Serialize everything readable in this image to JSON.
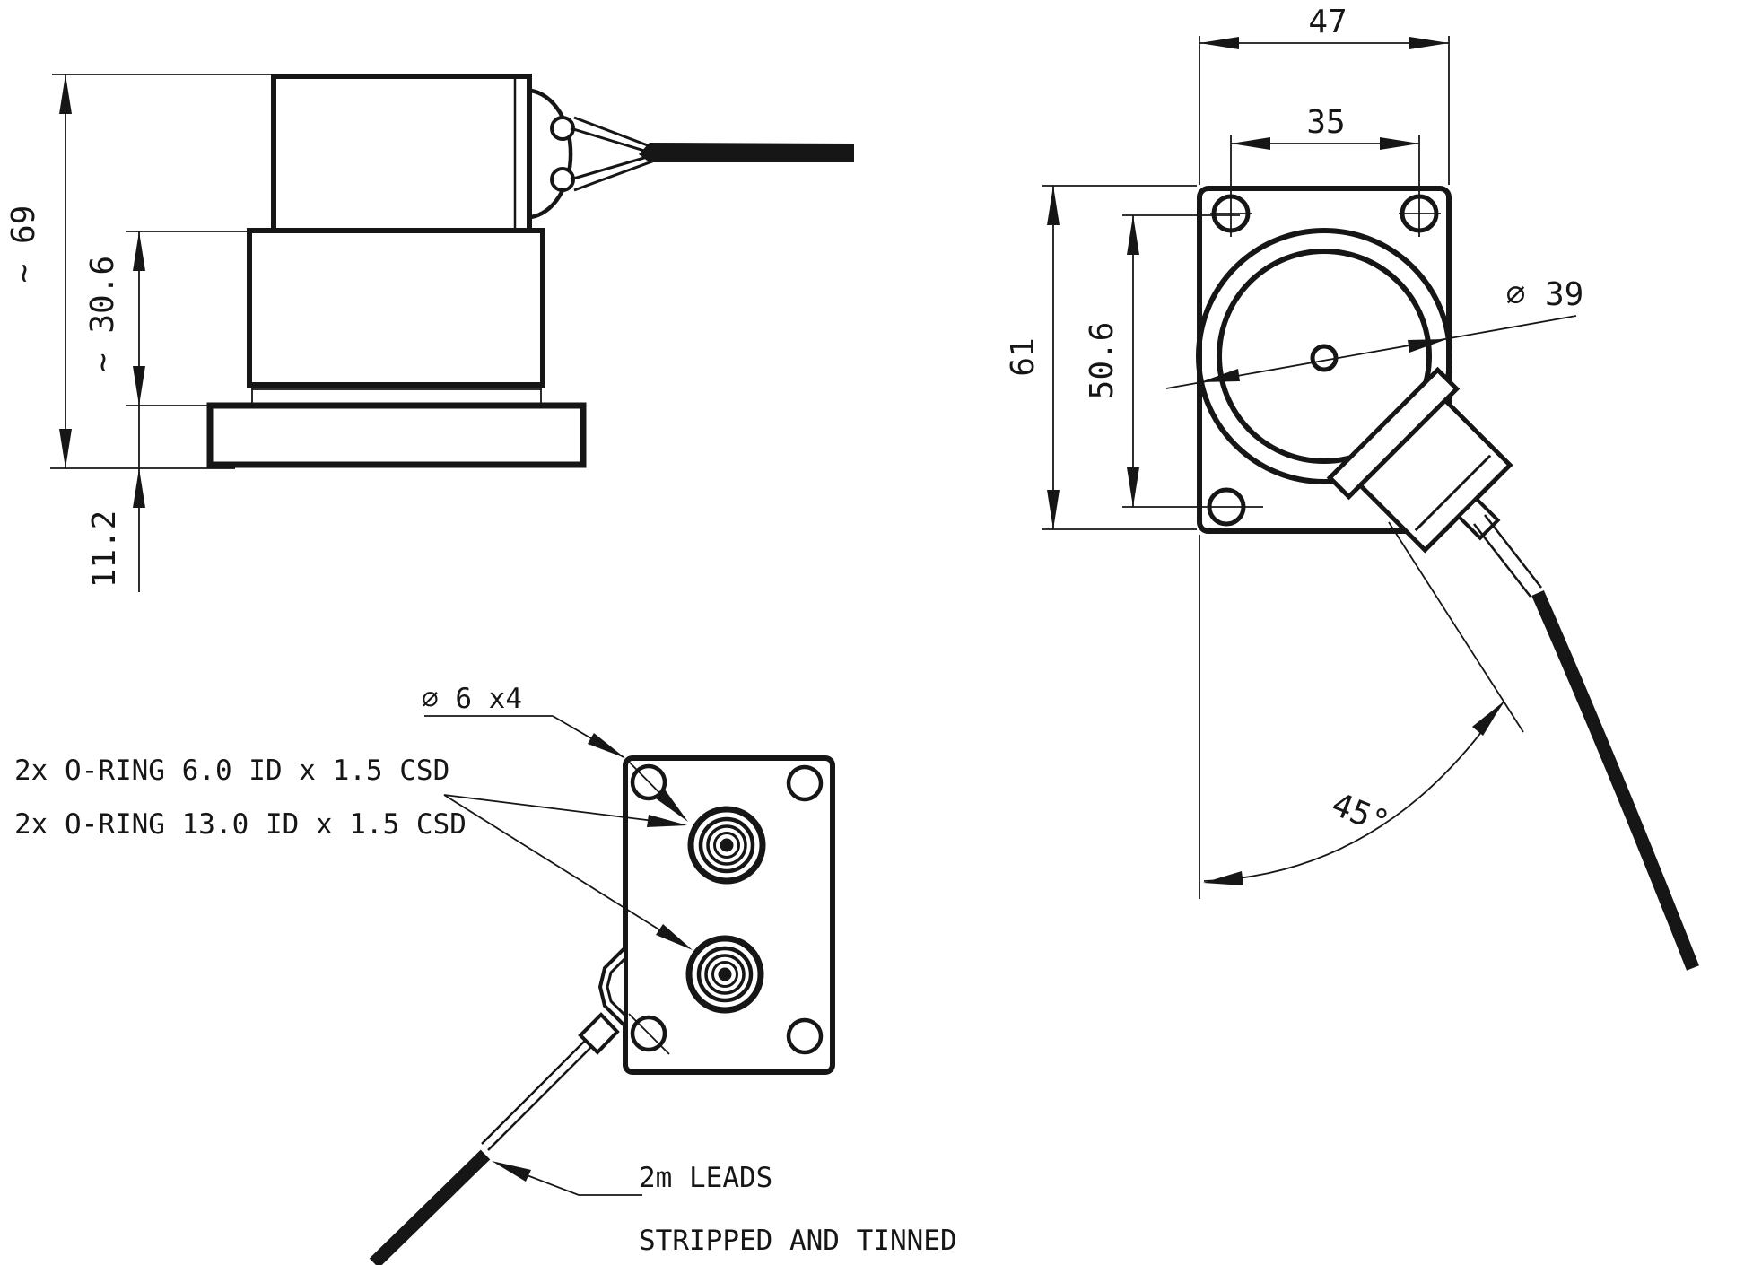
{
  "drawing": {
    "type": "mechanical-dimension-drawing",
    "colors": {
      "line": "#161616",
      "background": "#ffffff"
    },
    "side_view": {
      "dims": {
        "overall_height": "~ 69",
        "upper_body_height": "~ 30.6",
        "base_height": "11.2"
      }
    },
    "top_view": {
      "dims": {
        "plate_width": "47",
        "hole_spacing_x": "35",
        "plate_height": "61",
        "hole_spacing_y": "50.6",
        "circle_diameter": "⌀ 39",
        "cable_angle": "45°"
      }
    },
    "bottom_view": {
      "notes": {
        "corner_holes": "⌀ 6  x4",
        "oring_small": "2x O-RING 6.0 ID x 1.5 CSD",
        "oring_large": "2x O-RING 13.0 ID x 1.5 CSD",
        "leads_line1": "2m LEADS",
        "leads_line2": "STRIPPED AND TINNED"
      }
    }
  }
}
